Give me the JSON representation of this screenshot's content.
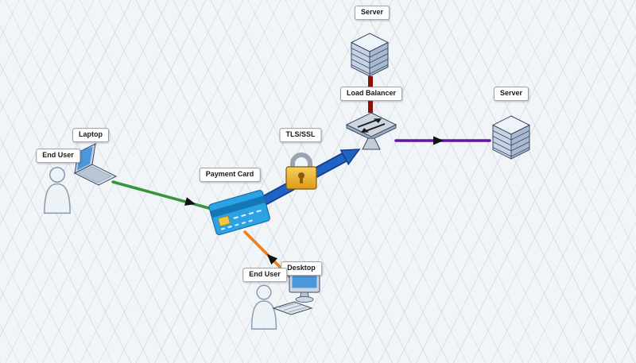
{
  "labels": {
    "server_top": "Server",
    "load_balancer": "Load Balancer",
    "server_right": "Server",
    "tls": "TLS/SSL",
    "laptop": "Laptop",
    "end_user_left": "End User",
    "payment_card": "Payment Card",
    "end_user_bottom": "End User",
    "desktop": "Desktop"
  },
  "colors": {
    "edge_green": "#36953a",
    "edge_orange": "#e67e22",
    "edge_blue": "#1f63c4",
    "edge_blue_dark": "#143f85",
    "edge_red": "#8a100a",
    "edge_purple": "#5e17a5",
    "arrowhead": "#111111"
  }
}
